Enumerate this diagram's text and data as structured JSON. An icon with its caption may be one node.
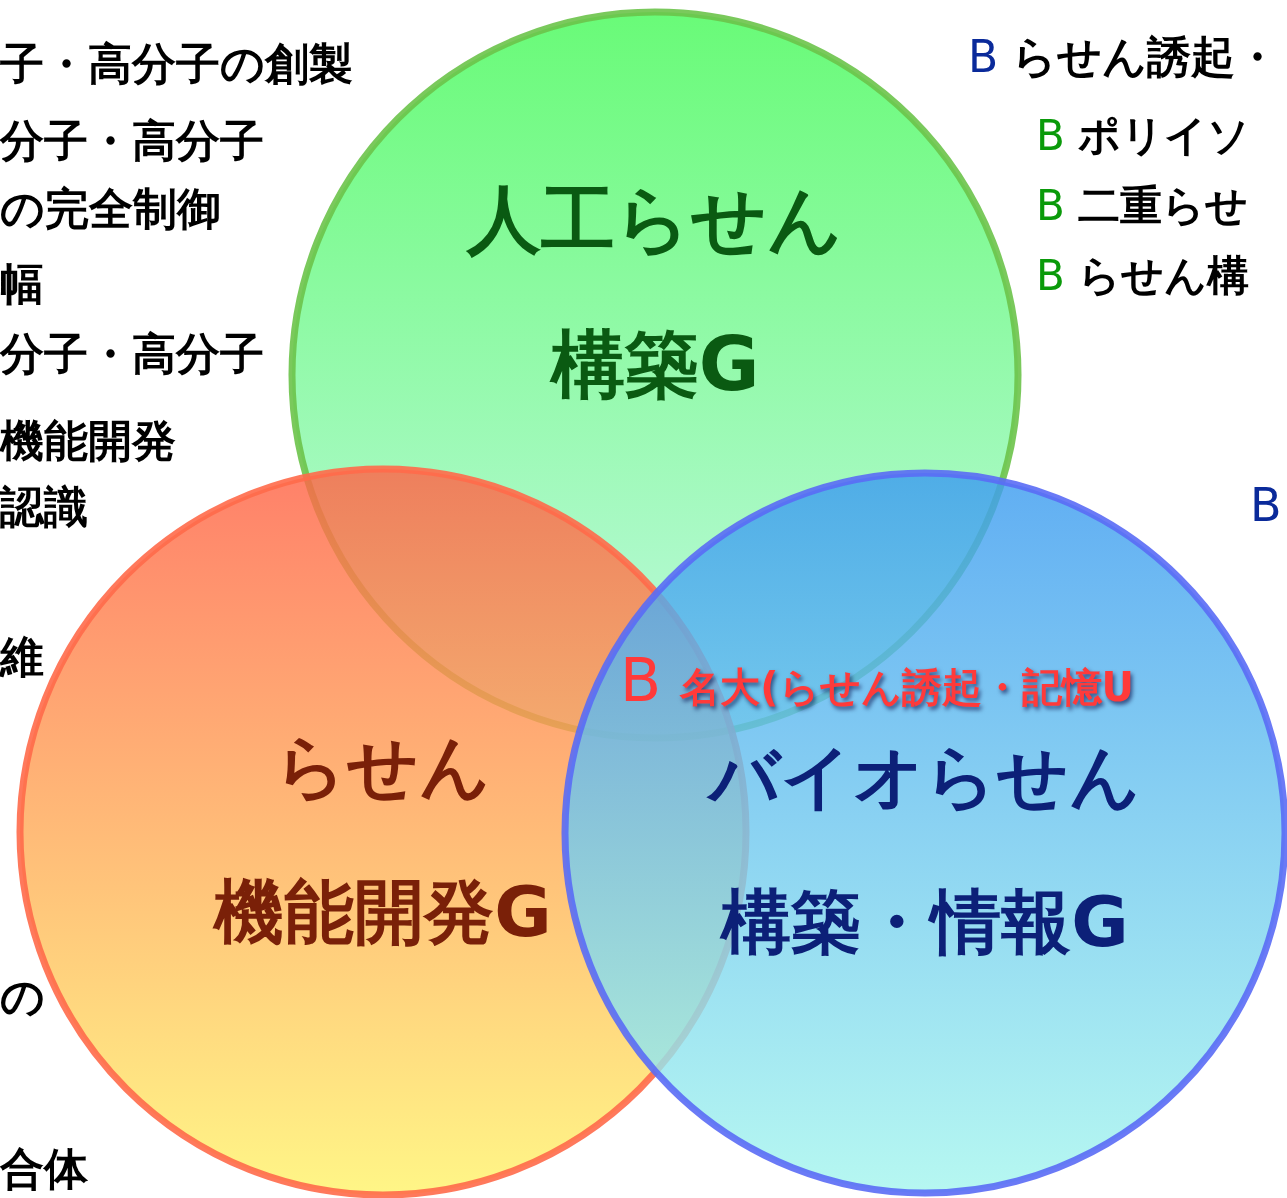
{
  "diagram": {
    "nodes": [
      {
        "text": [
          "人工らせん",
          "構築G"
        ]
      },
      {
        "text": [
          "らせん",
          "機能開発G"
        ]
      },
      {
        "text": [
          "バイオらせん",
          "構築・情報G"
        ]
      }
    ],
    "labels": [
      "子・高分子の創製",
      "分子・高分子",
      "の完全制御",
      "幅",
      "分子・高分子",
      "機能開発",
      "認識",
      "維",
      "の",
      "合体",
      "B らせん誘起・",
      "B ポリイソ",
      "B 二重らせ",
      "B らせん構",
      "B",
      "B 名大(らせん誘起・記憶U"
    ]
  }
}
